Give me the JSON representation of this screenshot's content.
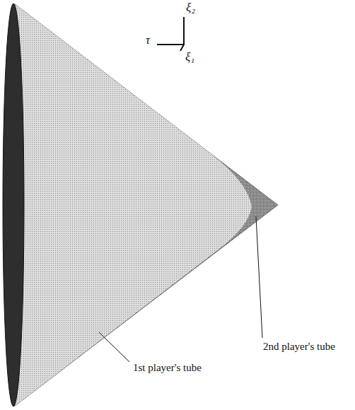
{
  "diagram": {
    "labels": [
      "ξ₂",
      "τ",
      "ξ₁",
      "2nd player's tube",
      "1st player's tube"
    ]
  }
}
